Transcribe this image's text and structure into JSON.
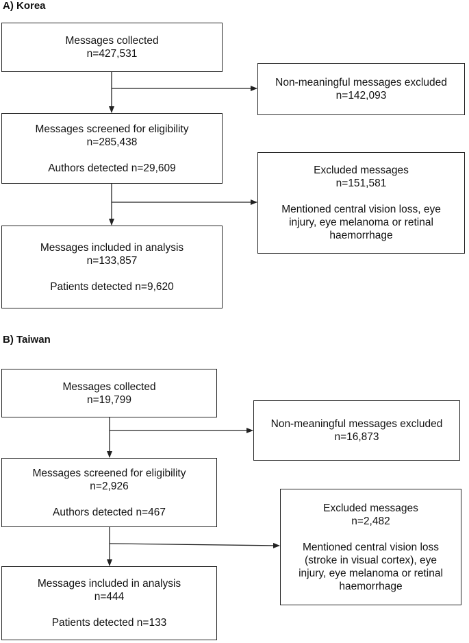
{
  "korea": {
    "title": "A) Korea",
    "collected": {
      "label": "Messages collected",
      "n": "n=427,531"
    },
    "nonmeaningful": {
      "label": "Non-meaningful messages excluded",
      "n": "n=142,093"
    },
    "screened": {
      "label": "Messages screened for eligibility",
      "n": "n=285,438",
      "authors": "Authors detected n=29,609"
    },
    "excluded": {
      "label": "Excluded messages",
      "n": "n=151,581",
      "reason_lines": [
        "Mentioned central vision loss, eye",
        "injury, eye melanoma or retinal",
        "haemorrhage"
      ]
    },
    "included": {
      "label": "Messages included in analysis",
      "n": "n=133,857",
      "patients": "Patients detected n=9,620"
    }
  },
  "taiwan": {
    "title": "B) Taiwan",
    "collected": {
      "label": "Messages collected",
      "n": "n=19,799"
    },
    "nonmeaningful": {
      "label": "Non-meaningful messages excluded",
      "n": "n=16,873"
    },
    "screened": {
      "label": "Messages screened for eligibility",
      "n": "n=2,926",
      "authors": "Authors detected n=467"
    },
    "excluded": {
      "label": "Excluded messages",
      "n": "n=2,482",
      "reason_lines": [
        "Mentioned central vision loss",
        "(stroke in visual cortex), eye",
        "injury, eye melanoma or retinal",
        "haemorrhage"
      ]
    },
    "included": {
      "label": "Messages included in analysis",
      "n": "n=444",
      "patients": "Patients detected n=133"
    }
  }
}
